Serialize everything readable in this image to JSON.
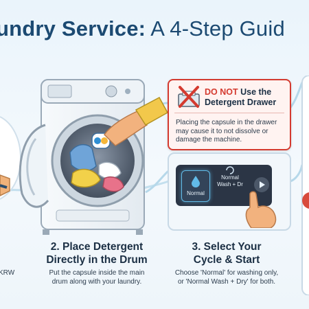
{
  "title": {
    "bold": "undry Service:",
    "light": "A 4-Step Guid"
  },
  "warning": {
    "do_not": "DO NOT",
    "head_rest": "Use the",
    "head_line2": "Detergent Drawer",
    "body": "Placing the capsule in the drawer may cause it to not dissolve or damage the machine."
  },
  "panel": {
    "normal": "Normal",
    "wash_line1": "Normal",
    "wash_line2": "Wash + Dr"
  },
  "left_partial": {
    "text": "KRW"
  },
  "step2": {
    "line1": "2. Place Detergent",
    "line2": "Directly in the Drum",
    "desc1": "Put the capsule inside the main",
    "desc2": "drum along with your laundry."
  },
  "step3": {
    "line1": "3. Select Your",
    "line2": "Cycle & Start",
    "desc1": "Choose 'Normal' for washing only,",
    "desc2": "or 'Normal Wash + Dry' for both."
  },
  "colors": {
    "accent_blue": "#1c4a72",
    "warning_red": "#d43a2f",
    "glow": "#62bbe8"
  }
}
